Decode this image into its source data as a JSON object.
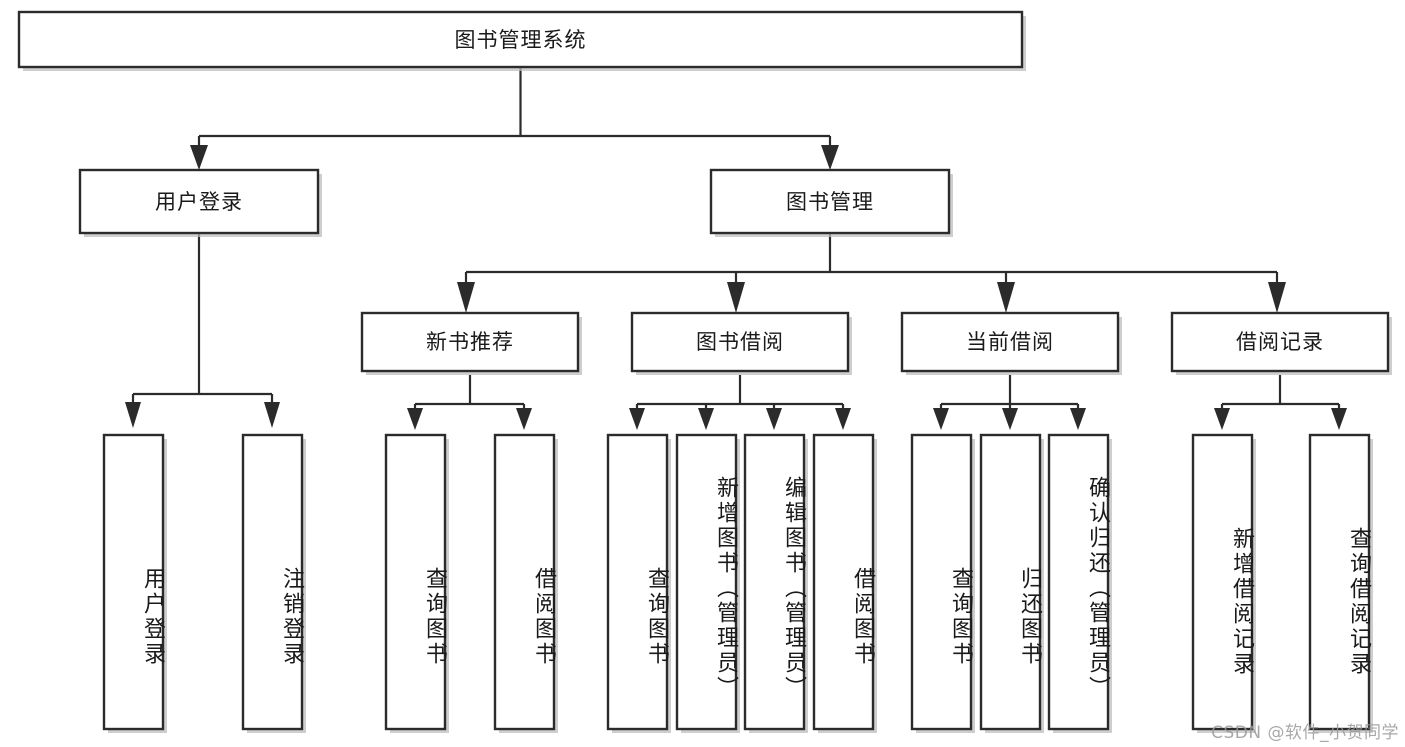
{
  "diagram": {
    "title": "图书管理系统",
    "watermark": "CSDN @软件_小贺同学",
    "colors": {
      "box_stroke": "#2b2b2b",
      "box_fill": "#ffffff",
      "edge": "#2b2b2b",
      "text": "#1a1a1a",
      "watermark": "#9a9a9a",
      "background": "#ffffff"
    },
    "root": {
      "label": "图书管理系统"
    },
    "level2": [
      {
        "label": "用户登录"
      },
      {
        "label": "图书管理"
      }
    ],
    "level3": [
      {
        "label": "新书推荐"
      },
      {
        "label": "图书借阅"
      },
      {
        "label": "当前借阅"
      },
      {
        "label": "借阅记录"
      }
    ],
    "leaves": {
      "user_login": [
        "用户登录",
        "注销登录"
      ],
      "new_book_recommend": [
        "查询图书",
        "借阅图书"
      ],
      "book_borrow": [
        "查询图书",
        "新增图书（管理员）",
        "编辑图书（管理员）",
        "借阅图书"
      ],
      "current_borrow": [
        "查询图书",
        "归还图书",
        "确认归还（管理员）"
      ],
      "borrow_record": [
        "新增借阅记录",
        "查询借阅记录"
      ]
    }
  },
  "chart_data": {
    "type": "diagram",
    "title": "图书管理系统",
    "nodes": [
      {
        "id": "root",
        "label": "图书管理系统",
        "level": 0
      },
      {
        "id": "n-user-login",
        "label": "用户登录",
        "level": 1
      },
      {
        "id": "n-book-manage",
        "label": "图书管理",
        "level": 1
      },
      {
        "id": "n-new-book",
        "label": "新书推荐",
        "level": 2
      },
      {
        "id": "n-book-borrow",
        "label": "图书借阅",
        "level": 2
      },
      {
        "id": "n-current-borrow",
        "label": "当前借阅",
        "level": 2
      },
      {
        "id": "n-borrow-record",
        "label": "借阅记录",
        "level": 2
      },
      {
        "id": "l-user-login-1",
        "label": "用户登录",
        "level": 3
      },
      {
        "id": "l-user-login-2",
        "label": "注销登录",
        "level": 3
      },
      {
        "id": "l-new-book-1",
        "label": "查询图书",
        "level": 3
      },
      {
        "id": "l-new-book-2",
        "label": "借阅图书",
        "level": 3
      },
      {
        "id": "l-book-borrow-1",
        "label": "查询图书",
        "level": 3
      },
      {
        "id": "l-book-borrow-2",
        "label": "新增图书（管理员）",
        "level": 3
      },
      {
        "id": "l-book-borrow-3",
        "label": "编辑图书（管理员）",
        "level": 3
      },
      {
        "id": "l-book-borrow-4",
        "label": "借阅图书",
        "level": 3
      },
      {
        "id": "l-current-borrow-1",
        "label": "查询图书",
        "level": 3
      },
      {
        "id": "l-current-borrow-2",
        "label": "归还图书",
        "level": 3
      },
      {
        "id": "l-current-borrow-3",
        "label": "确认归还（管理员）",
        "level": 3
      },
      {
        "id": "l-borrow-record-1",
        "label": "新增借阅记录",
        "level": 3
      },
      {
        "id": "l-borrow-record-2",
        "label": "查询借阅记录",
        "level": 3
      }
    ],
    "edges": [
      {
        "from": "root",
        "to": "n-user-login"
      },
      {
        "from": "root",
        "to": "n-book-manage"
      },
      {
        "from": "n-book-manage",
        "to": "n-new-book"
      },
      {
        "from": "n-book-manage",
        "to": "n-book-borrow"
      },
      {
        "from": "n-book-manage",
        "to": "n-current-borrow"
      },
      {
        "from": "n-book-manage",
        "to": "n-borrow-record"
      },
      {
        "from": "n-user-login",
        "to": "l-user-login-1"
      },
      {
        "from": "n-user-login",
        "to": "l-user-login-2"
      },
      {
        "from": "n-new-book",
        "to": "l-new-book-1"
      },
      {
        "from": "n-new-book",
        "to": "l-new-book-2"
      },
      {
        "from": "n-book-borrow",
        "to": "l-book-borrow-1"
      },
      {
        "from": "n-book-borrow",
        "to": "l-book-borrow-2"
      },
      {
        "from": "n-book-borrow",
        "to": "l-book-borrow-3"
      },
      {
        "from": "n-book-borrow",
        "to": "l-book-borrow-4"
      },
      {
        "from": "n-current-borrow",
        "to": "l-current-borrow-1"
      },
      {
        "from": "n-current-borrow",
        "to": "l-current-borrow-2"
      },
      {
        "from": "n-current-borrow",
        "to": "l-current-borrow-3"
      },
      {
        "from": "n-borrow-record",
        "to": "l-borrow-record-1"
      },
      {
        "from": "n-borrow-record",
        "to": "l-borrow-record-2"
      }
    ],
    "orientation": "top-down",
    "edge_style": "orthogonal-arrow",
    "leaf_text_orientation": "vertical"
  }
}
